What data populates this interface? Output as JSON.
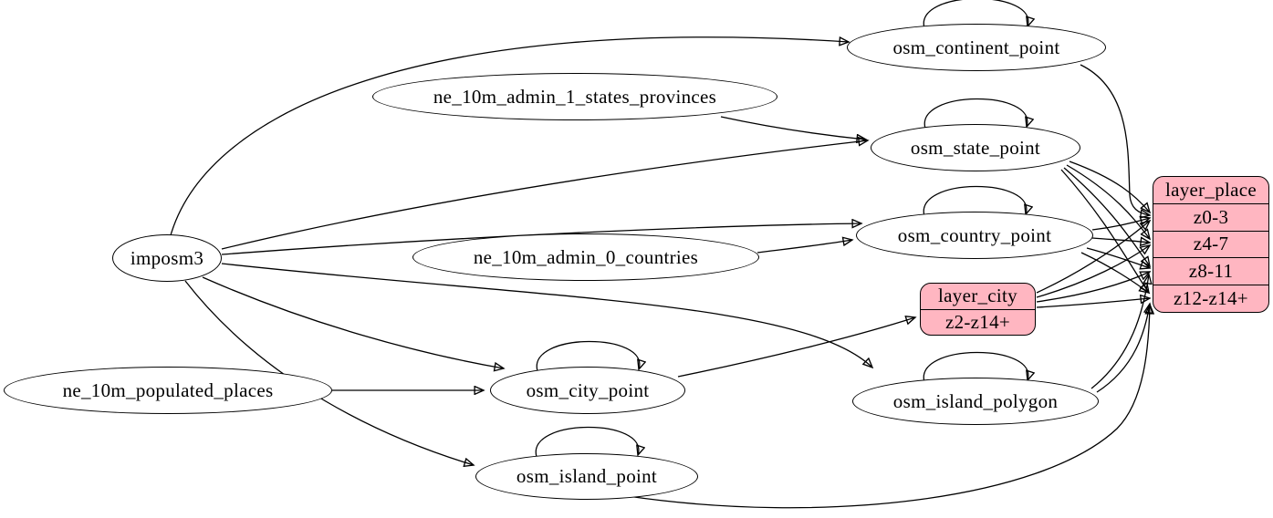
{
  "colors": {
    "background": "#ffffff",
    "stroke": "#000000",
    "ellipse_fill": "#ffffff",
    "record_fill": "#ffb6c1"
  },
  "nodes": {
    "imposm3": {
      "label": "imposm3"
    },
    "ne_10m_admin_1_states_provinces": {
      "label": "ne_10m_admin_1_states_provinces"
    },
    "ne_10m_admin_0_countries": {
      "label": "ne_10m_admin_0_countries"
    },
    "ne_10m_populated_places": {
      "label": "ne_10m_populated_places"
    },
    "osm_continent_point": {
      "label": "osm_continent_point"
    },
    "osm_state_point": {
      "label": "osm_state_point"
    },
    "osm_country_point": {
      "label": "osm_country_point"
    },
    "osm_city_point": {
      "label": "osm_city_point"
    },
    "osm_island_polygon": {
      "label": "osm_island_polygon"
    },
    "osm_island_point": {
      "label": "osm_island_point"
    }
  },
  "records": {
    "layer_city": {
      "title": "layer_city",
      "rows": [
        "z2-z14+"
      ]
    },
    "layer_place": {
      "title": "layer_place",
      "rows": [
        "z0-3",
        "z4-7",
        "z8-11",
        "z12-z14+"
      ]
    }
  },
  "edges": [
    {
      "from": "imposm3",
      "to": "osm_continent_point"
    },
    {
      "from": "imposm3",
      "to": "osm_state_point"
    },
    {
      "from": "imposm3",
      "to": "osm_country_point"
    },
    {
      "from": "imposm3",
      "to": "osm_city_point"
    },
    {
      "from": "imposm3",
      "to": "osm_island_point"
    },
    {
      "from": "imposm3",
      "to": "osm_island_polygon"
    },
    {
      "from": "ne_10m_admin_1_states_provinces",
      "to": "osm_state_point"
    },
    {
      "from": "ne_10m_admin_0_countries",
      "to": "osm_country_point"
    },
    {
      "from": "ne_10m_populated_places",
      "to": "osm_city_point"
    },
    {
      "from": "osm_continent_point",
      "to": "osm_continent_point"
    },
    {
      "from": "osm_state_point",
      "to": "osm_state_point"
    },
    {
      "from": "osm_country_point",
      "to": "osm_country_point"
    },
    {
      "from": "osm_city_point",
      "to": "osm_city_point"
    },
    {
      "from": "osm_island_polygon",
      "to": "osm_island_polygon"
    },
    {
      "from": "osm_island_point",
      "to": "osm_island_point"
    },
    {
      "from": "osm_continent_point",
      "to": "layer_place",
      "port": "z0-3"
    },
    {
      "from": "osm_state_point",
      "to": "layer_place",
      "port": "z0-3"
    },
    {
      "from": "osm_state_point",
      "to": "layer_place",
      "port": "z4-7"
    },
    {
      "from": "osm_state_point",
      "to": "layer_place",
      "port": "z8-11"
    },
    {
      "from": "osm_state_point",
      "to": "layer_place",
      "port": "z12-z14+"
    },
    {
      "from": "osm_country_point",
      "to": "layer_place",
      "port": "z0-3"
    },
    {
      "from": "osm_country_point",
      "to": "layer_place",
      "port": "z4-7"
    },
    {
      "from": "osm_country_point",
      "to": "layer_place",
      "port": "z8-11"
    },
    {
      "from": "osm_country_point",
      "to": "layer_place",
      "port": "z12-z14+"
    },
    {
      "from": "osm_island_polygon",
      "to": "layer_place",
      "port": "z8-11"
    },
    {
      "from": "osm_island_polygon",
      "to": "layer_place",
      "port": "z12-z14+"
    },
    {
      "from": "osm_island_point",
      "to": "layer_place",
      "port": "z12-z14+"
    },
    {
      "from": "osm_city_point",
      "to": "layer_city",
      "port": "z2-z14+"
    },
    {
      "from": "layer_city",
      "to": "layer_place",
      "port": "z0-3"
    },
    {
      "from": "layer_city",
      "to": "layer_place",
      "port": "z4-7"
    },
    {
      "from": "layer_city",
      "to": "layer_place",
      "port": "z8-11"
    },
    {
      "from": "layer_city",
      "to": "layer_place",
      "port": "z12-z14+"
    }
  ]
}
